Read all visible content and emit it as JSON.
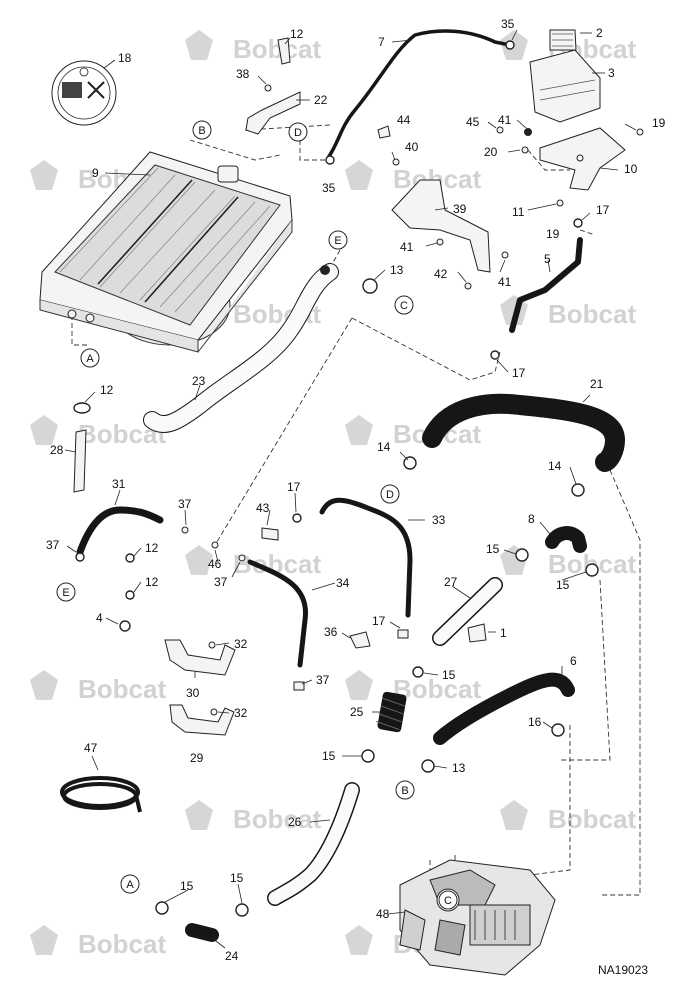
{
  "figure_code": "NA19023",
  "watermark": {
    "text": "Bobcat"
  },
  "colors": {
    "hose": "#161616",
    "watermark": "#d2d2d2",
    "line": "#222222"
  },
  "decal_icon": "warning-decal-icon",
  "callouts": {
    "c1": "1",
    "c2": "2",
    "c3": "3",
    "c4": "4",
    "c5": "5",
    "c6": "6",
    "c7": "7",
    "c8": "8",
    "c9": "9",
    "c10": "10",
    "c11": "11",
    "c12a": "12",
    "c12b": "12",
    "c12c": "12",
    "c12d": "12",
    "c13a": "13",
    "c13b": "13",
    "c14a": "14",
    "c14b": "14",
    "c15a": "15",
    "c15b": "15",
    "c15c": "15",
    "c15d": "15",
    "c15e": "15",
    "c15f": "15",
    "c16": "16",
    "c17a": "17",
    "c17b": "17",
    "c17c": "17",
    "c17d": "17",
    "c18": "18",
    "c19a": "19",
    "c19b": "19",
    "c20": "20",
    "c21": "21",
    "c22": "22",
    "c23": "23",
    "c24": "24",
    "c25": "25",
    "c26": "26",
    "c27": "27",
    "c28": "28",
    "c29": "29",
    "c30": "30",
    "c31": "31",
    "c32a": "32",
    "c32b": "32",
    "c33": "33",
    "c34": "34",
    "c35a": "35",
    "c35b": "35",
    "c36": "36",
    "c37a": "37",
    "c37b": "37",
    "c37c": "37",
    "c37d": "37",
    "c38": "38",
    "c39": "39",
    "c40": "40",
    "c41a": "41",
    "c41b": "41",
    "c41c": "41",
    "c42": "42",
    "c43": "43",
    "c44": "44",
    "c45": "45",
    "c46": "46",
    "c47": "47",
    "c48": "48"
  },
  "connectors": {
    "A1": "A",
    "A2": "A",
    "B1": "B",
    "B2": "B",
    "C1": "C",
    "C2": "C",
    "D1": "D",
    "D2": "D",
    "E1": "E",
    "E2": "E"
  }
}
